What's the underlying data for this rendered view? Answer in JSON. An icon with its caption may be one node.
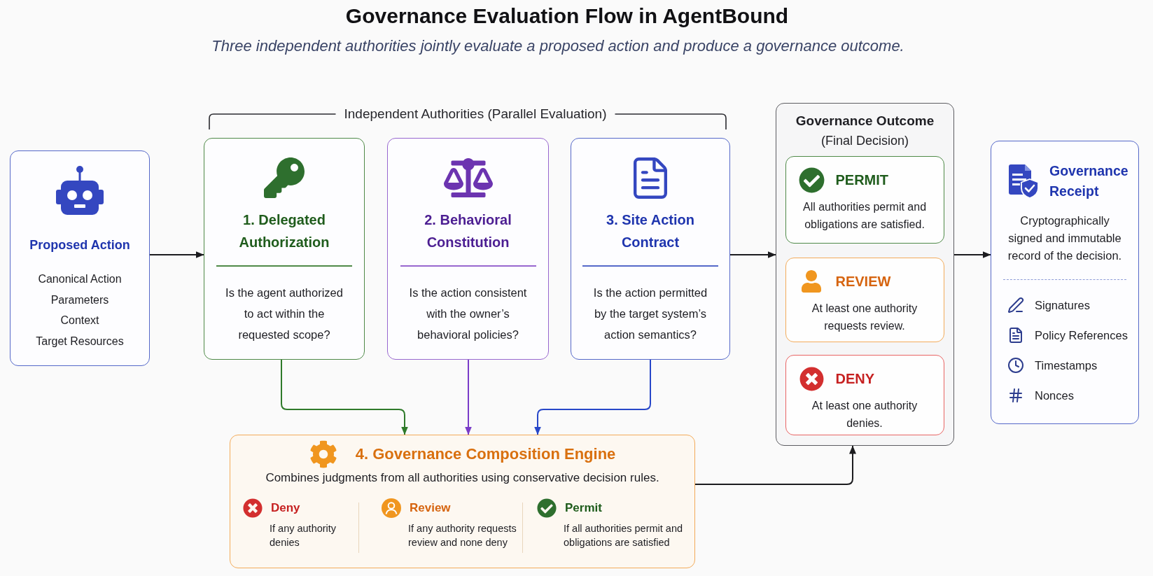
{
  "diagram": {
    "title": "Governance Evaluation Flow in AgentBound",
    "caption": "Three independent authorities jointly evaluate a proposed action and produce a governance outcome.",
    "nodes": [
      {
        "text": [
          "Proposed Action",
          "Canonical Action",
          "Parameters",
          "Context",
          "Target Resources"
        ]
      },
      {
        "text": [
          "1. Delegated Authorization",
          "Is the agent authorized to act within the requested scope?"
        ]
      },
      {
        "text": [
          "2. Behavioral Constitution",
          "Is the action consistent with the owner’s behavioral policies?"
        ]
      },
      {
        "text": [
          "3. Site Action Contract",
          "Is the action permitted by the target system’s action semantics?"
        ]
      },
      {
        "text": [
          "4. Governance Composition Engine",
          "Combines judgments from all authorities using conservative decision rules.",
          "Deny",
          "If any authority denies",
          "Review",
          "If any authority requests review and none deny",
          "Permit",
          "If all authorities permit and obligations are satisfied"
        ]
      },
      {
        "text": [
          "Governance Outcome",
          "(Final Decision)"
        ]
      },
      {
        "text": [
          "PERMIT",
          "All authorities permit and obligations are satisfied."
        ],
        "in": 5
      },
      {
        "text": [
          "REVIEW",
          "At least one authority requests review."
        ],
        "in": 5
      },
      {
        "text": [
          "DENY",
          "At least one authority denies."
        ],
        "in": 5
      },
      {
        "text": [
          "Governance Receipt",
          "Cryptographically signed and immutable record of the decision.",
          "Signatures",
          "Policy References",
          "Timestamps",
          "Nonces"
        ]
      }
    ],
    "edges": [
      {
        "from": 0,
        "to": 1,
        "arrow": "to"
      },
      {
        "from": 1,
        "to": 4,
        "arrow": "to",
        "color": "#2f7a2a"
      },
      {
        "from": 2,
        "to": 4,
        "arrow": "to",
        "color": "#7a3cc8"
      },
      {
        "from": 3,
        "to": 4,
        "arrow": "to",
        "color": "#2747c9"
      },
      {
        "from": 3,
        "to": 5,
        "arrow": "to"
      },
      {
        "from": 4,
        "to": 5,
        "arrow": "to"
      },
      {
        "from": 5,
        "to": 9,
        "arrow": "to"
      }
    ],
    "labels": [
      "Independent Authorities (Parallel Evaluation)"
    ]
  }
}
